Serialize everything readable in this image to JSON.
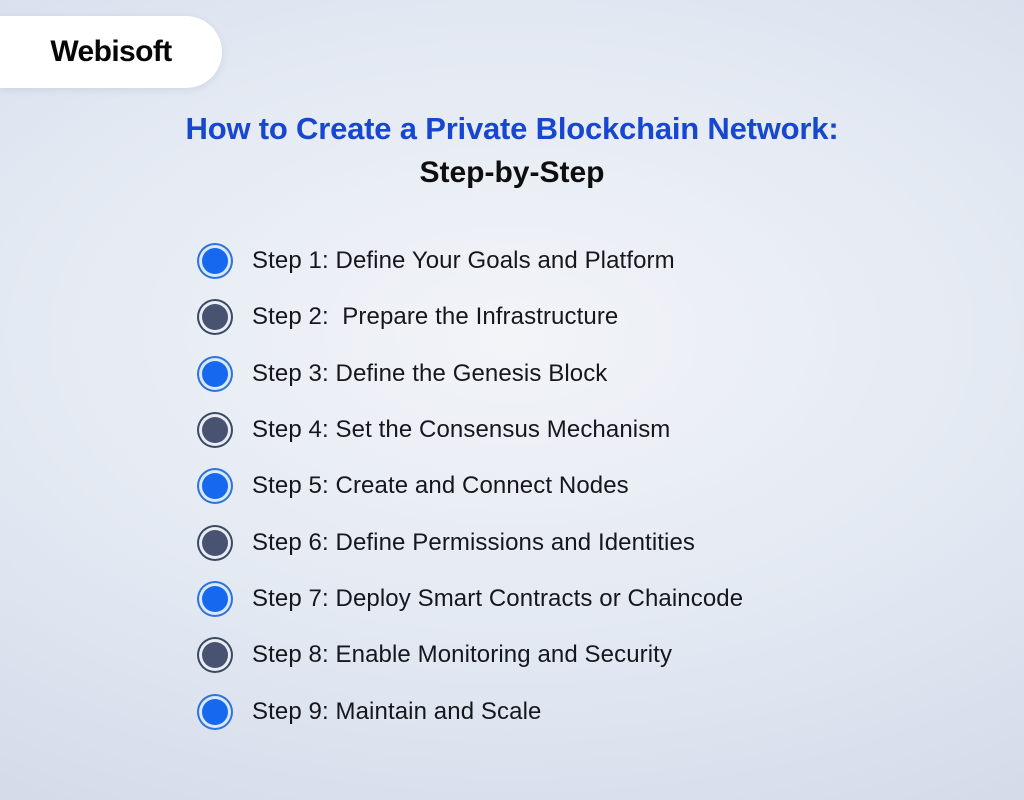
{
  "logo": {
    "text": "Webisoft"
  },
  "title": {
    "line1": "How to Create a Private Blockchain Network:",
    "line2": "Step-by-Step"
  },
  "steps": [
    {
      "label": "Step 1: Define Your Goals and Platform",
      "bullet": "blue"
    },
    {
      "label": "Step 2:  Prepare the Infrastructure",
      "bullet": "dark"
    },
    {
      "label": "Step 3: Define the Genesis Block",
      "bullet": "blue"
    },
    {
      "label": "Step 4: Set the Consensus Mechanism",
      "bullet": "dark"
    },
    {
      "label": "Step 5: Create and Connect Nodes",
      "bullet": "blue"
    },
    {
      "label": "Step 6: Define Permissions and Identities",
      "bullet": "dark"
    },
    {
      "label": "Step 7: Deploy Smart Contracts or Chaincode",
      "bullet": "blue"
    },
    {
      "label": "Step 8: Enable Monitoring and Security",
      "bullet": "dark"
    },
    {
      "label": "Step 9: Maintain and Scale",
      "bullet": "blue"
    }
  ],
  "colors": {
    "title_accent": "#1746d0",
    "title_secondary": "#0e0e0e",
    "bullet_blue": "#1668ee",
    "bullet_blue_ring": "#2e72dd",
    "bullet_blue_gap": "#d9e9fb",
    "bullet_dark": "#475371",
    "bullet_dark_ring": "#3c4962",
    "bullet_dark_gap": "#e9edf4",
    "text": "#15171c",
    "background_center": "#f2f4f8",
    "background_edge": "#c8d2e4"
  }
}
